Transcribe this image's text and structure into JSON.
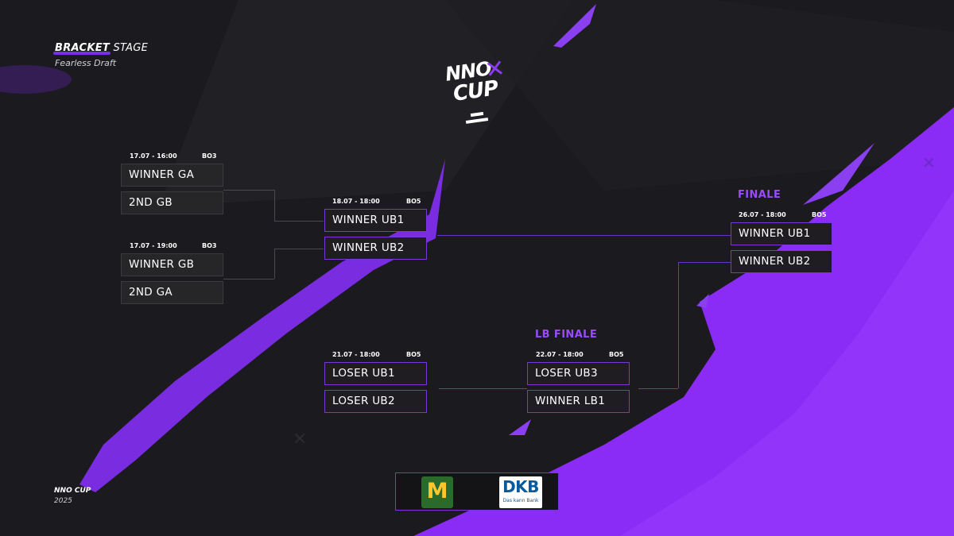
{
  "header": {
    "title_bold": "BRACKET",
    "title_rest": "STAGE",
    "subtitle": "Fearless Draft"
  },
  "logo": {
    "line1": "NNO",
    "line2": "CUP",
    "mark": "✕"
  },
  "matches": {
    "ga": {
      "datetime": "17.07 - 16:00",
      "format": "BO3",
      "team1": "WINNER GA",
      "team2": "2ND GB"
    },
    "gb": {
      "datetime": "17.07 - 19:00",
      "format": "BO3",
      "team1": "WINNER GB",
      "team2": "2ND GA"
    },
    "ub_final": {
      "datetime": "18.07 - 18:00",
      "format": "BO5",
      "team1": "WINNER UB1",
      "team2": "WINNER UB2"
    },
    "lb1": {
      "datetime": "21.07 - 18:00",
      "format": "BO5",
      "team1": "LOSER UB1",
      "team2": "LOSER UB2"
    },
    "lb_final": {
      "label": "LB FINALE",
      "datetime": "22.07 - 18:00",
      "format": "BO5",
      "team1": "LOSER UB3",
      "team2": "WINNER LB1"
    },
    "finale": {
      "label": "FINALE",
      "datetime": "26.07 - 18:00",
      "format": "BO5",
      "team1": "WINNER UB1",
      "team2": "WINNER UB2"
    }
  },
  "footer": {
    "title": "NNO CUP",
    "year": "2025"
  },
  "sponsors": {
    "mcdonalds_glyph": "M",
    "dkb_name": "DKB",
    "dkb_tagline": "Das kann Bank"
  },
  "colors": {
    "accent": "#8b3cf0",
    "background": "#1a191c",
    "slot": "#262528"
  }
}
